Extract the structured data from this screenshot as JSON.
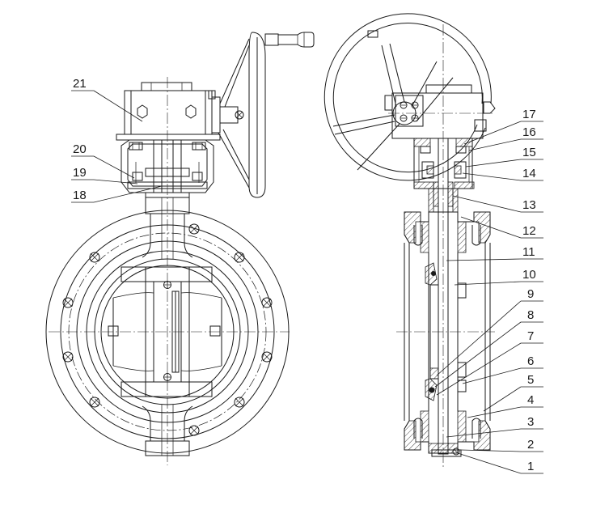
{
  "callouts": {
    "left": [
      {
        "num": "21"
      },
      {
        "num": "20"
      },
      {
        "num": "19"
      },
      {
        "num": "18"
      }
    ],
    "right": [
      {
        "num": "17"
      },
      {
        "num": "16"
      },
      {
        "num": "15"
      },
      {
        "num": "14"
      },
      {
        "num": "13"
      },
      {
        "num": "12"
      },
      {
        "num": "11"
      },
      {
        "num": "10"
      },
      {
        "num": "9"
      },
      {
        "num": "8"
      },
      {
        "num": "7"
      },
      {
        "num": "6"
      },
      {
        "num": "5"
      },
      {
        "num": "4"
      },
      {
        "num": "3"
      },
      {
        "num": "2"
      },
      {
        "num": "1"
      }
    ]
  }
}
